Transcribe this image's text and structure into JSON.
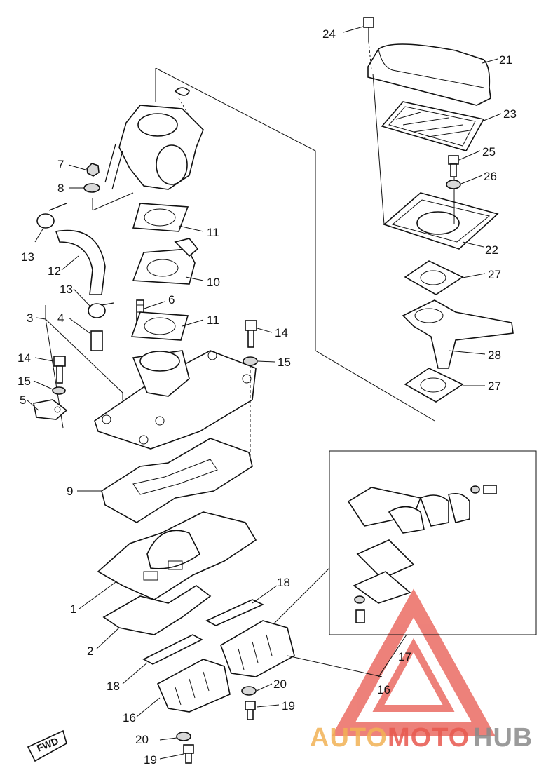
{
  "callouts": [
    {
      "id": "c24",
      "text": "24"
    },
    {
      "id": "c21",
      "text": "21"
    },
    {
      "id": "c23",
      "text": "23"
    },
    {
      "id": "c25",
      "text": "25"
    },
    {
      "id": "c26",
      "text": "26"
    },
    {
      "id": "c22",
      "text": "22"
    },
    {
      "id": "c27a",
      "text": "27"
    },
    {
      "id": "c28",
      "text": "28"
    },
    {
      "id": "c27b",
      "text": "27"
    },
    {
      "id": "c7",
      "text": "7"
    },
    {
      "id": "c8",
      "text": "8"
    },
    {
      "id": "c13a",
      "text": "13"
    },
    {
      "id": "c12",
      "text": "12"
    },
    {
      "id": "c11a",
      "text": "11"
    },
    {
      "id": "c10",
      "text": "10"
    },
    {
      "id": "c13b",
      "text": "13"
    },
    {
      "id": "c6",
      "text": "6"
    },
    {
      "id": "c11b",
      "text": "11"
    },
    {
      "id": "c3",
      "text": "3"
    },
    {
      "id": "c4",
      "text": "4"
    },
    {
      "id": "c14a",
      "text": "14"
    },
    {
      "id": "c15a",
      "text": "15"
    },
    {
      "id": "c14b",
      "text": "14"
    },
    {
      "id": "c15b",
      "text": "15"
    },
    {
      "id": "c5",
      "text": "5"
    },
    {
      "id": "c9",
      "text": "9"
    },
    {
      "id": "c1",
      "text": "1"
    },
    {
      "id": "c18a",
      "text": "18"
    },
    {
      "id": "c2",
      "text": "2"
    },
    {
      "id": "c17",
      "text": "17"
    },
    {
      "id": "c18b",
      "text": "18"
    },
    {
      "id": "c20a",
      "text": "20"
    },
    {
      "id": "c16a",
      "text": "16"
    },
    {
      "id": "c16b",
      "text": "16"
    },
    {
      "id": "c19a",
      "text": "19"
    },
    {
      "id": "c20b",
      "text": "20"
    },
    {
      "id": "c19b",
      "text": "19"
    }
  ],
  "fwd_label": "FWD",
  "watermark": {
    "part1": "AUTO",
    "part2": "MOTO",
    "part3": "HUB",
    "color_red": "#e8584e",
    "color_orange": "#f2b255",
    "color_gray": "#8a8a8a"
  }
}
